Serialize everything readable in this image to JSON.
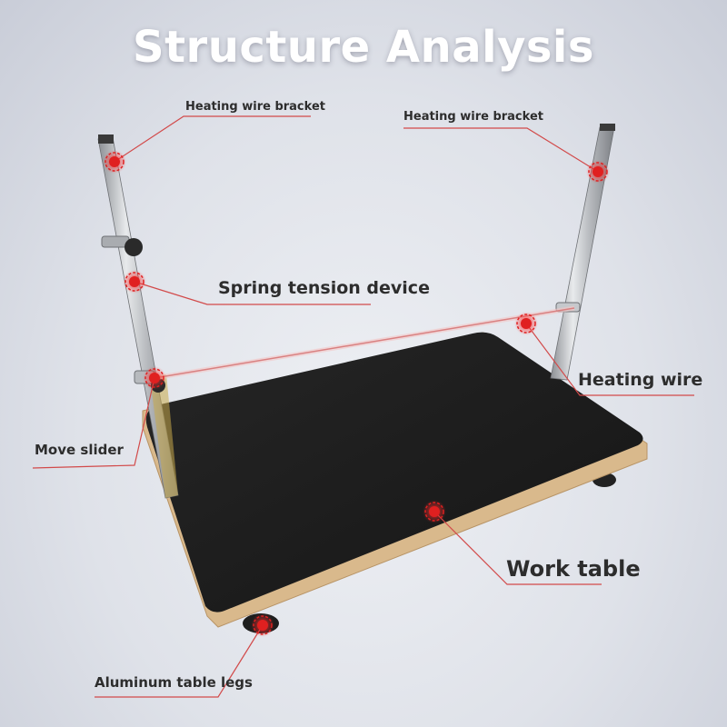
{
  "title": "Structure Analysis",
  "colors": {
    "callout_line": "#d24a4a",
    "marker": "#e02020",
    "board": "#1c1c1c",
    "board_edge": "#d9b98c",
    "title_text": "#ffffff",
    "label_text": "#2d2d2d"
  },
  "labels": {
    "bracket_left": "Heating wire bracket",
    "bracket_right": "Heating wire bracket",
    "spring": "Spring tension device",
    "heating_wire": "Heating wire",
    "move_slider": "Move slider",
    "work_table": "Work table",
    "table_legs": "Aluminum table legs"
  }
}
